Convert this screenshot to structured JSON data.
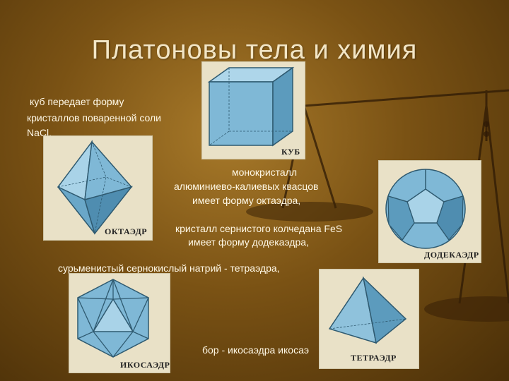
{
  "title": "Платоновы тела и химия",
  "texts": {
    "cube_line1": "куб передает форму",
    "cube_line2": "кристаллов поваренной соли",
    "cube_line3": "NaCl,",
    "octa_line1": "монокристалл",
    "octa_line2": "алюминиево-калиевых квасцов",
    "octa_line3": "имеет форму октаэдра,",
    "dodeca_line1": "кристалл сернистого колчедана FeS",
    "dodeca_line2": "имеет форму додекаэдра,",
    "tetra_line": "сурьменистый сернокислый натрий - тетраэдра,",
    "icosa_line": "бор - икосаэдра икосаэ"
  },
  "shapes": {
    "cube": "КУБ",
    "octahedron": "ОКТАЭДР",
    "dodecahedron": "ДОДЕКАЭДР",
    "icosahedron": "ИКОСАЭДР",
    "tetrahedron": "ТЕТРАЭДР"
  },
  "colors": {
    "background": "#7a5214",
    "title": "#f3e6c6",
    "text": "#fff8e6",
    "card": "#e9e1c7",
    "crystal": "#7fb8d6"
  }
}
